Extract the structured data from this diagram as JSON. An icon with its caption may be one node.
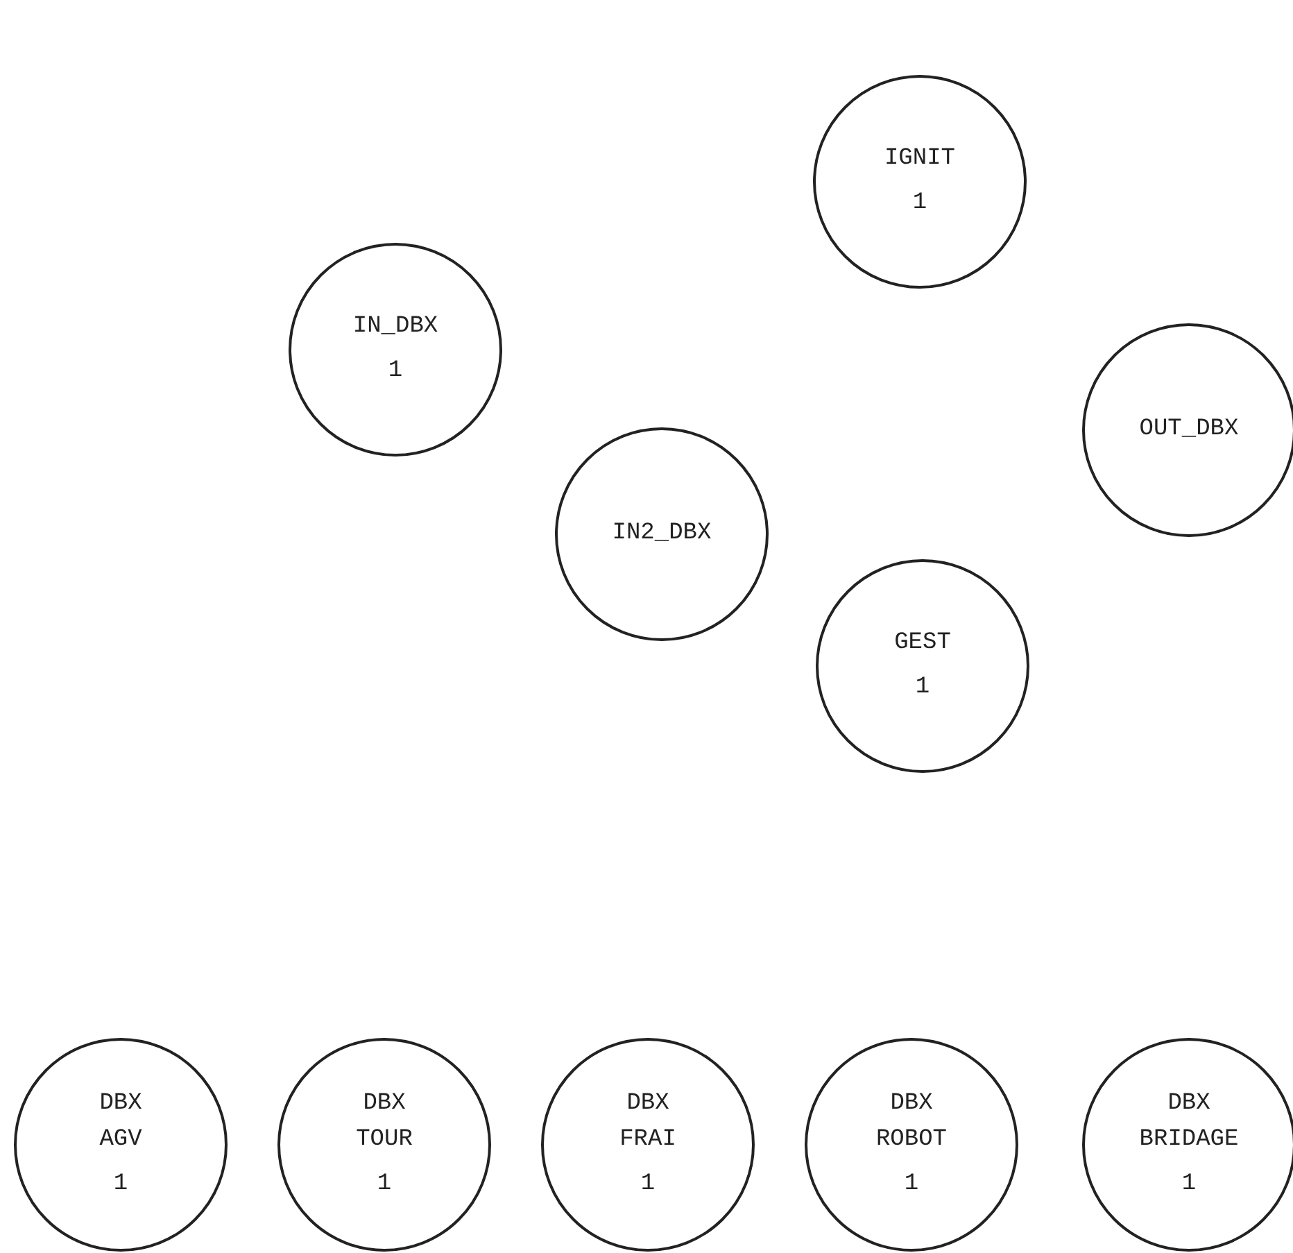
{
  "diagram": {
    "nodes": [
      {
        "text": [
          "IGNIT",
          "1"
        ]
      },
      {
        "text": [
          "IN_DBX",
          "1"
        ]
      },
      {
        "text": [
          "OUT_DBX"
        ]
      },
      {
        "text": [
          "IN2_DBX"
        ]
      },
      {
        "text": [
          "GEST",
          "1"
        ]
      },
      {
        "text": [
          "DBX AGV",
          "1"
        ]
      },
      {
        "text": [
          "DBX TOUR",
          "1"
        ]
      },
      {
        "text": [
          "DBX FRAI",
          "1"
        ]
      },
      {
        "text": [
          "DBX ROBOT",
          "1"
        ]
      },
      {
        "text": [
          "DBX BRIDAGE",
          "1"
        ]
      }
    ]
  }
}
